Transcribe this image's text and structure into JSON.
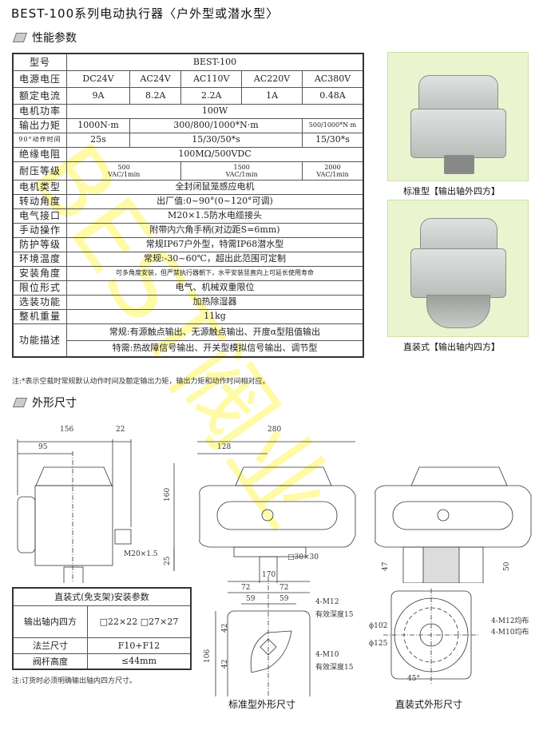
{
  "title": "BEST-100系列电动执行器〈户外型或潜水型〉",
  "sections": {
    "performance": "性能参数",
    "dimensions": "外形尺寸"
  },
  "spec": {
    "model_label": "型号",
    "model": "BEST-100",
    "voltage_label": "电源电压",
    "voltages": [
      "DC24V",
      "AC24V",
      "AC110V",
      "AC220V",
      "AC380V"
    ],
    "current_label": "额定电流",
    "currents": [
      "9A",
      "8.2A",
      "2.2A",
      "1A",
      "0.48A"
    ],
    "power_label": "电机功率",
    "power": "100W",
    "torque_label": "输出力矩",
    "torques": [
      "1000N·m",
      "300/800/1000*N·m",
      "500/1000*N·m"
    ],
    "time_label": "90°动作时间",
    "times": [
      "25s",
      "15/30/50*s",
      "15/30*s"
    ],
    "insulation_label": "绝缘电阻",
    "insulation": "100MΩ/500VDC",
    "withstand_label": "耐压等级",
    "withstand": [
      {
        "v": "500",
        "u": "VAC/1min"
      },
      {
        "v": "1500",
        "u": "VAC/1min"
      },
      {
        "v": "2000",
        "u": "VAC/1min"
      }
    ],
    "rows": [
      {
        "label": "电机类型",
        "value": "全封闭鼠笼感应电机"
      },
      {
        "label": "转动角度",
        "value": "出厂值:0~90°(0~120°可调)"
      },
      {
        "label": "电气接口",
        "value": "M20×1.5防水电缆接头"
      },
      {
        "label": "手动操作",
        "value": "附带内六角手柄(对边距S=6mm)"
      },
      {
        "label": "防护等级",
        "value": "常规IP67户外型，特需IP68潜水型"
      },
      {
        "label": "环境温度",
        "value": "常规:-30~60℃，超出此范围可定制"
      },
      {
        "label": "安装角度",
        "value": "可多角度安装，但严禁执行器朝下，水平安装竖直向上可延长使用寿命"
      },
      {
        "label": "限位形式",
        "value": "电气、机械双重限位"
      },
      {
        "label": "选装功能",
        "value": "加热除湿器"
      },
      {
        "label": "整机重量",
        "value": "11kg"
      }
    ],
    "function_label": "功能描述",
    "functions": [
      "常规:有源触点输出、无源触点输出、开度α型阻值输出",
      "特需:热故障信号输出、开关型模拟信号输出、调节型"
    ],
    "note": "注:*表示空载时常规默认动作时间及额定输出力矩，输出力矩和动作时间相对应。"
  },
  "photos": [
    {
      "caption": "标准型【输出轴外四方】"
    },
    {
      "caption": "直装式【输出轴内四方】"
    }
  ],
  "drawings": {
    "side": {
      "d156": "156",
      "d22": "22",
      "d95": "95",
      "thread": "M20×1.5"
    },
    "front": {
      "d280": "280",
      "d128": "128",
      "d160": "160",
      "d25": "25",
      "square": "□30×30"
    },
    "direct": {
      "d47": "47",
      "d50": "50"
    },
    "bottom": {
      "d170": "170",
      "d72": "72",
      "d59": "59",
      "d106": "106",
      "d42": "42",
      "m12": "4-M12",
      "m10": "4-M10",
      "depth": "有效深度15",
      "caption": "标准型外形尺寸"
    },
    "flange": {
      "phi102": "ϕ102",
      "phi125": "ϕ125",
      "m12": "4-M12均布",
      "m10": "4-M10均布",
      "angle": "45°",
      "caption": "直装式外形尺寸"
    }
  },
  "mount": {
    "title": "直装式(免支架)安装参数",
    "rows": [
      {
        "label": "输出轴内四方",
        "value": "□22×22 □27×27"
      },
      {
        "label": "法兰尺寸",
        "value": "F10+F12"
      },
      {
        "label": "阀杆高度",
        "value": "≤44mm"
      }
    ],
    "note": "注:订货时必须明确输出轴内四方尺寸。"
  },
  "watermark": "BEST阀业"
}
